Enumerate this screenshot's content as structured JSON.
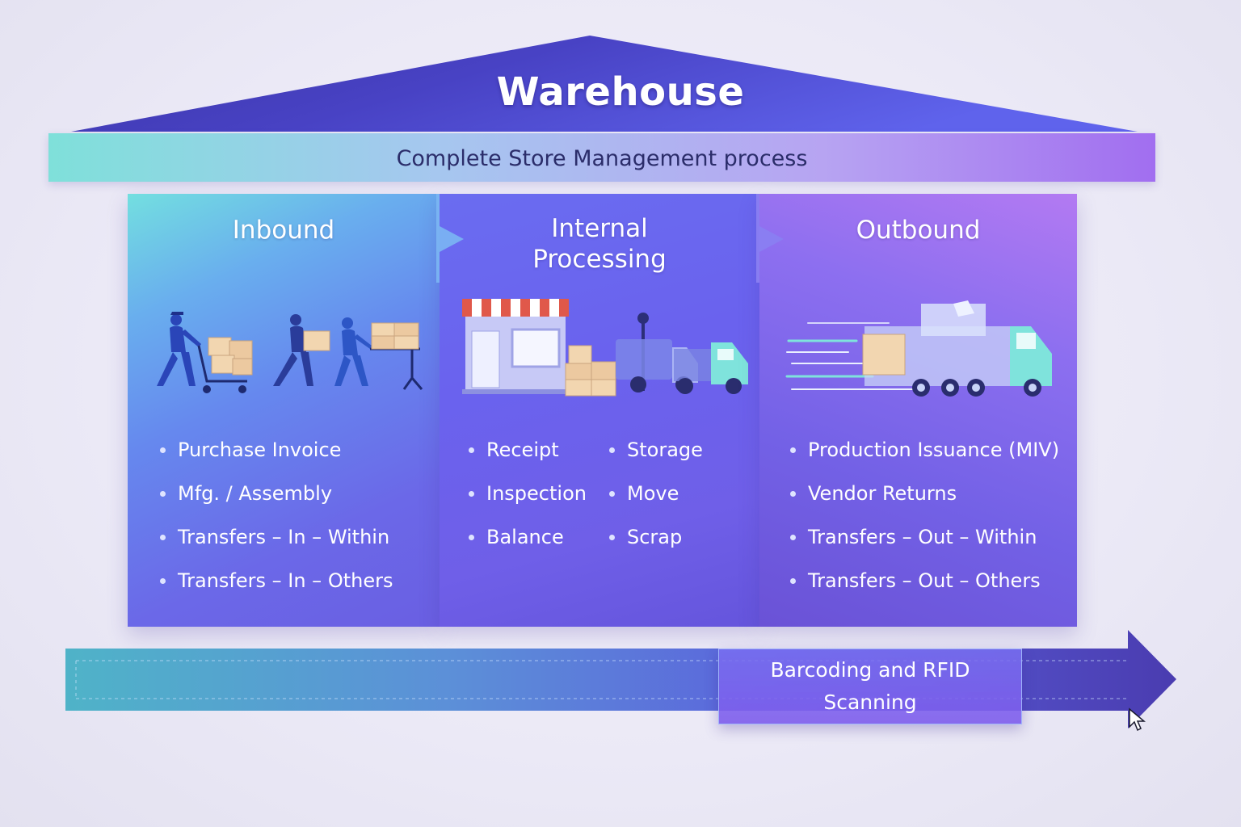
{
  "roof": {
    "title": "Warehouse",
    "banner": "Complete Store Management process"
  },
  "panels": {
    "inbound": {
      "title": "Inbound",
      "illustration": "workers-with-carts-icon",
      "items": [
        "Purchase Invoice",
        "Mfg. / Assembly",
        "Transfers – In – Within",
        "Transfers – In – Others"
      ]
    },
    "internal": {
      "title_line1": "Internal",
      "title_line2": "Processing",
      "illustration": "storefront-and-trucks-icon",
      "items_left": [
        "Receipt",
        "Inspection",
        "Balance"
      ],
      "items_right": [
        "Storage",
        "Move",
        "Scrap"
      ]
    },
    "outbound": {
      "title": "Outbound",
      "illustration": "speeding-delivery-truck-icon",
      "items": [
        "Production Issuance (MIV)",
        "Vendor Returns",
        "Transfers – Out – Within",
        "Transfers – Out – Others"
      ]
    }
  },
  "footer": {
    "scan_line1": "Barcoding and RFID",
    "scan_line2": "Scanning"
  },
  "colors": {
    "teal": "#73dfe0",
    "indigo": "#5b55e0",
    "violet": "#a16ef0",
    "roof_dark": "#3b3fb0",
    "banner_text": "#2b2d6a"
  }
}
